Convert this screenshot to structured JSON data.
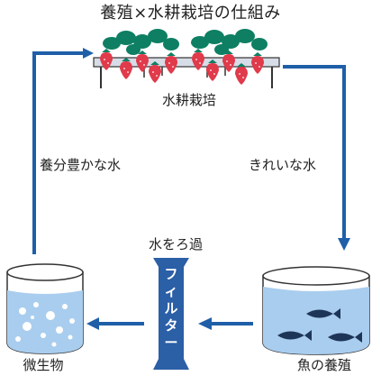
{
  "title": "養殖×水耕栽培の仕組み",
  "hydroponics_label": "水耕栽培",
  "left_flow_label": "養分豊かな水",
  "right_flow_label": "きれいな水",
  "filter_action_label": "水をろ過",
  "filter_label": "フィルター",
  "microbes_label": "微生物",
  "fish_tank_label": "魚の養殖",
  "icons": [
    "strawberry-plant-icon",
    "fish-icon",
    "microbe-bubble-icon",
    "filter-icon"
  ],
  "colors": {
    "arrow": "#1f5fa8",
    "water": "#a9cdee",
    "leaf": "#0e7f63",
    "berry": "#e03a4b",
    "filter": "#2b5fa6"
  }
}
